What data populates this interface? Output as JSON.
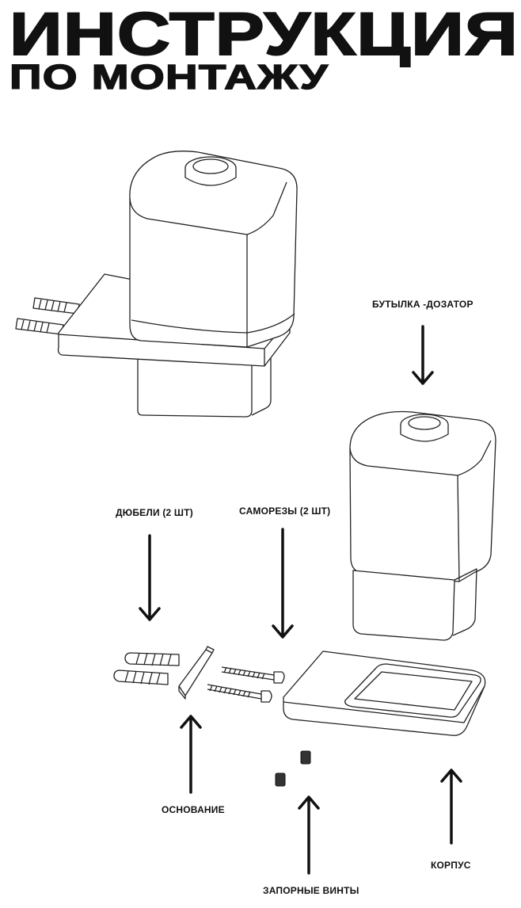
{
  "header": {
    "title_line1": "ИНСТРУКЦИЯ",
    "title_line2": "ПО МОНТАЖУ"
  },
  "labels": {
    "bottle": "БУТЫЛКА -ДОЗАТОР",
    "dowels": "ДЮБЕЛИ (2 ШТ)",
    "screws": "САМОРЕЗЫ (2 ШТ)",
    "base": "ОСНОВАНИЕ",
    "lock_screws": "ЗАПОРНЫЕ ВИНТЫ",
    "body": "КОРПУС"
  }
}
